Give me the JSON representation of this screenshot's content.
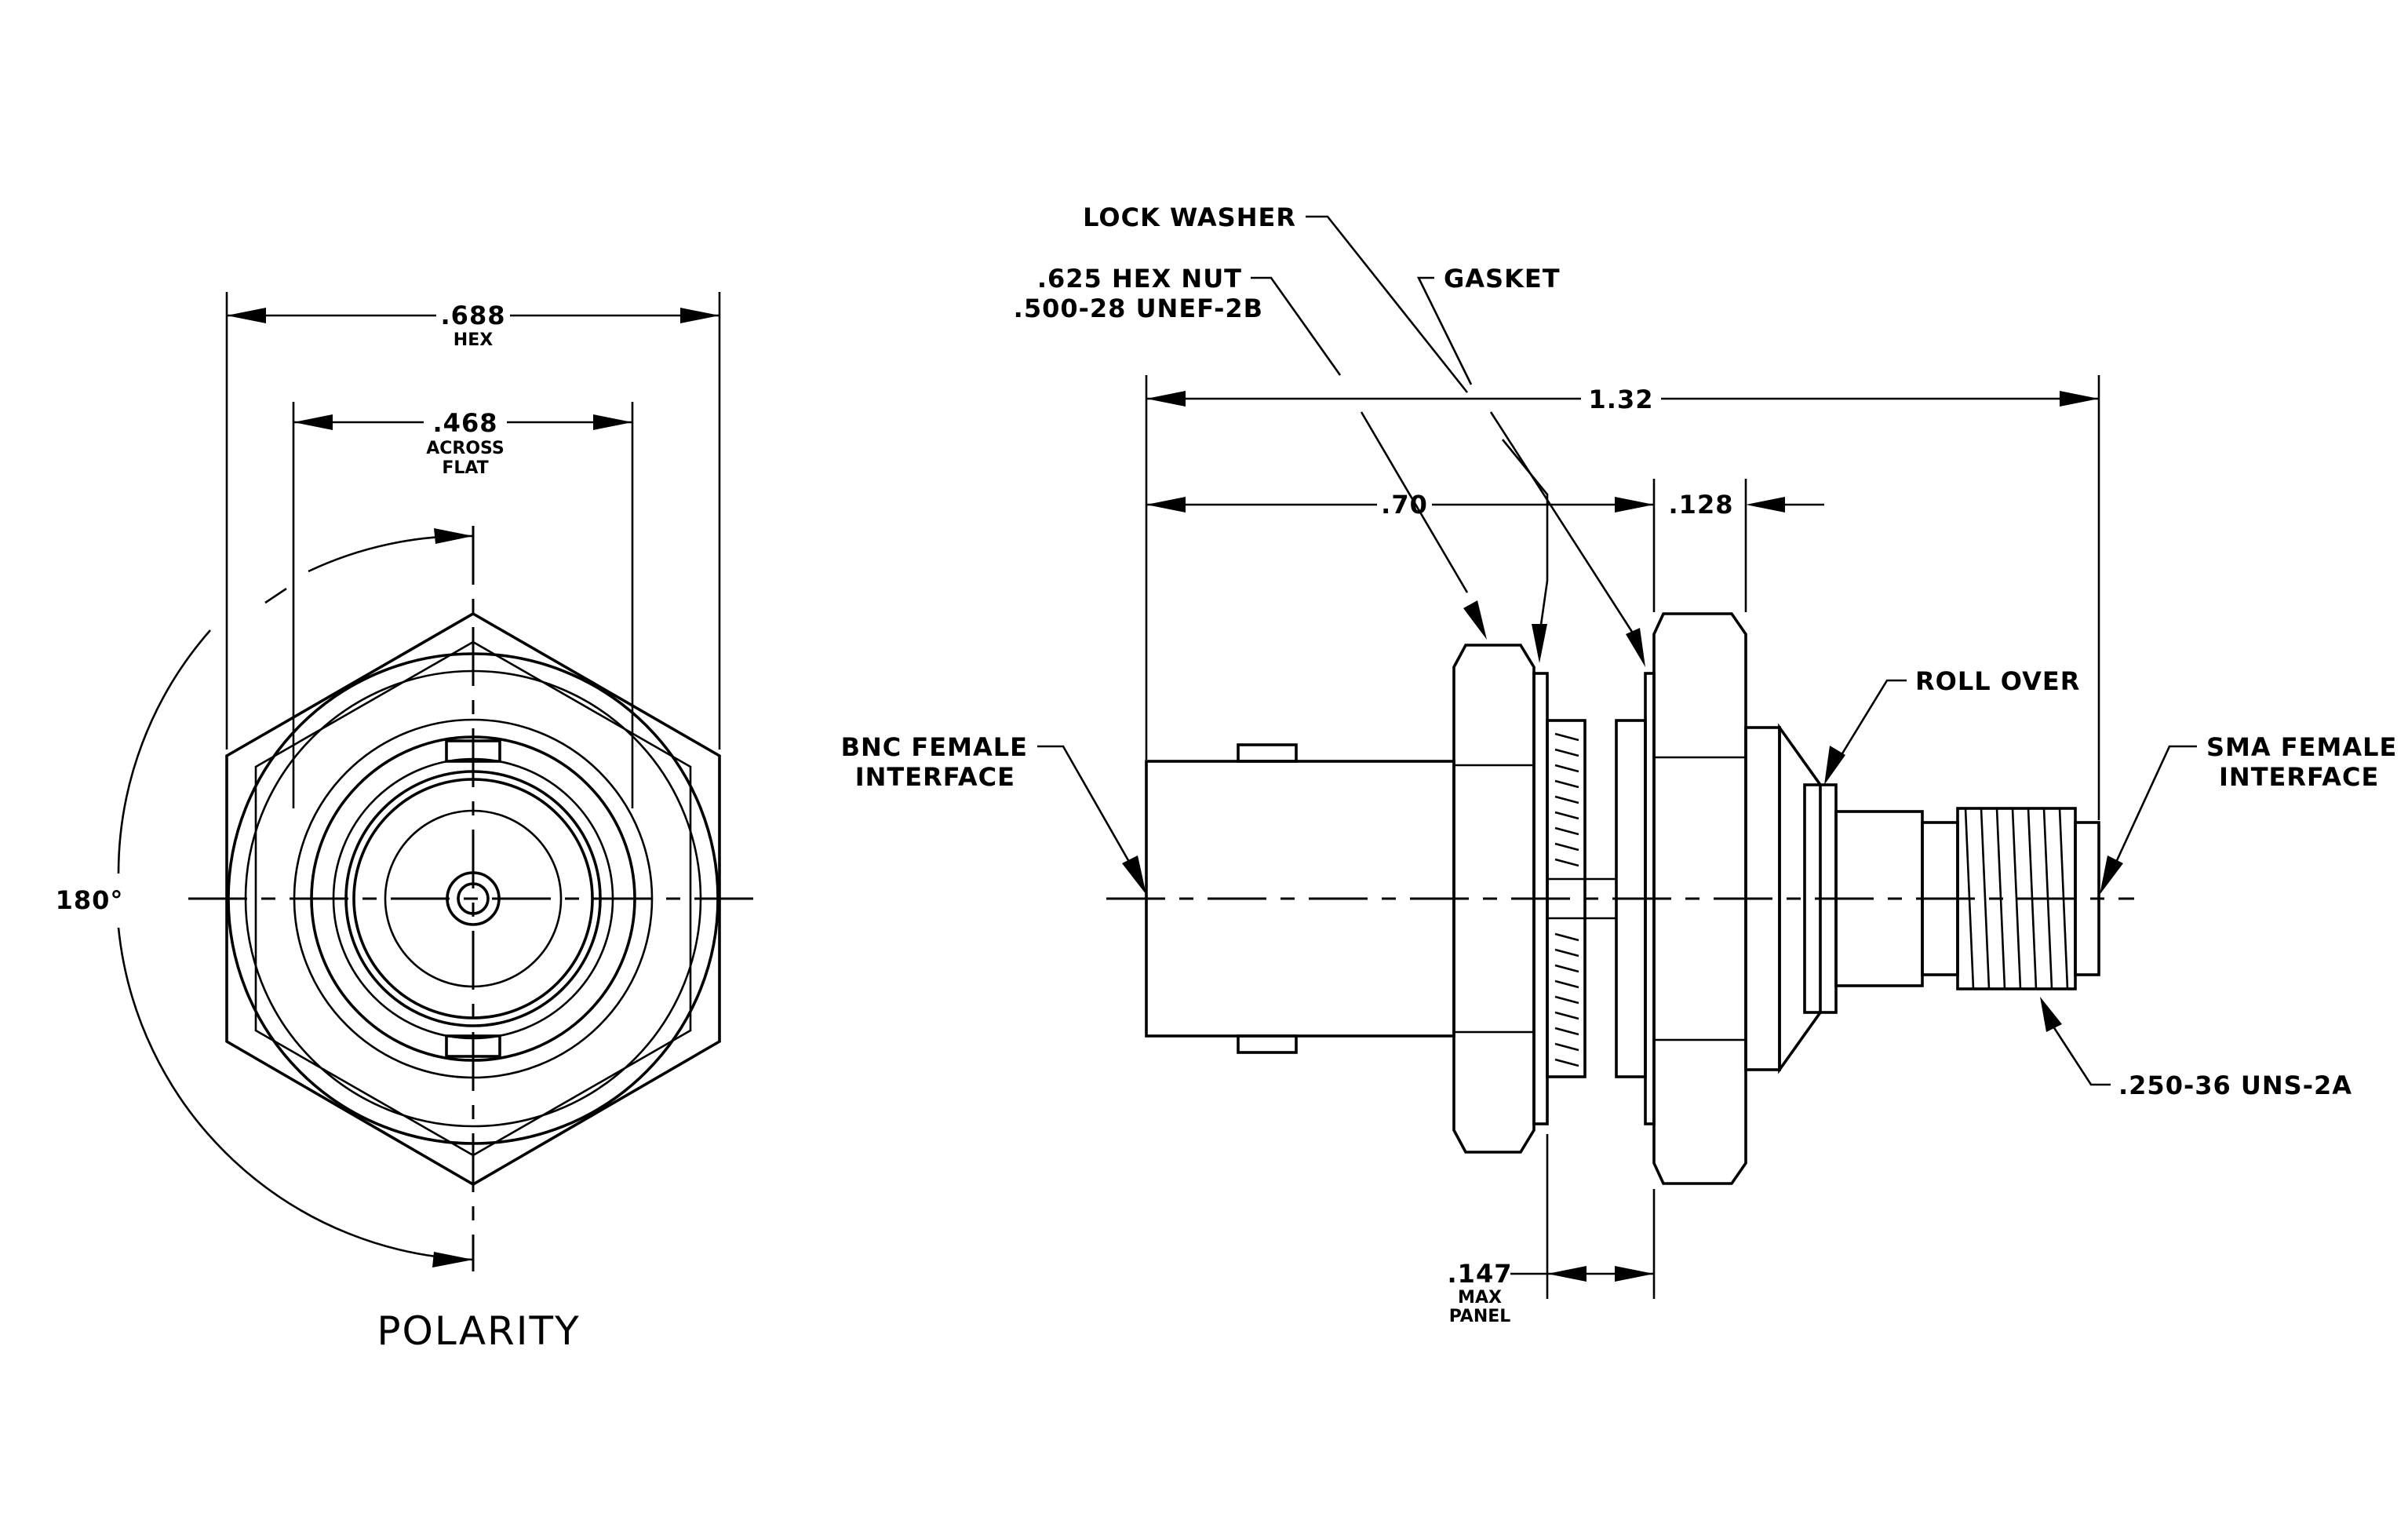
{
  "labels": {
    "lock_washer": "LOCK WASHER",
    "hex_nut_line1": ".625 HEX NUT",
    "hex_nut_line2": ".500-28 UNEF-2B",
    "gasket": "GASKET",
    "roll_over": "ROLL OVER",
    "bnc_line1": "BNC FEMALE",
    "bnc_line2": "INTERFACE",
    "sma_line1": "SMA FEMALE",
    "sma_line2": "INTERFACE",
    "thread": ".250-36 UNS-2A",
    "polarity": "POLARITY",
    "angle": "180°"
  },
  "dimensions": {
    "hex_value": ".688",
    "hex_note": "HEX",
    "across_flat_value": ".468",
    "across_flat_note1": "ACROSS",
    "across_flat_note2": "FLAT",
    "overall_length": "1.32",
    "front_length": ".70",
    "flange": ".128",
    "panel_value": ".147",
    "panel_note1": "MAX",
    "panel_note2": "PANEL"
  }
}
